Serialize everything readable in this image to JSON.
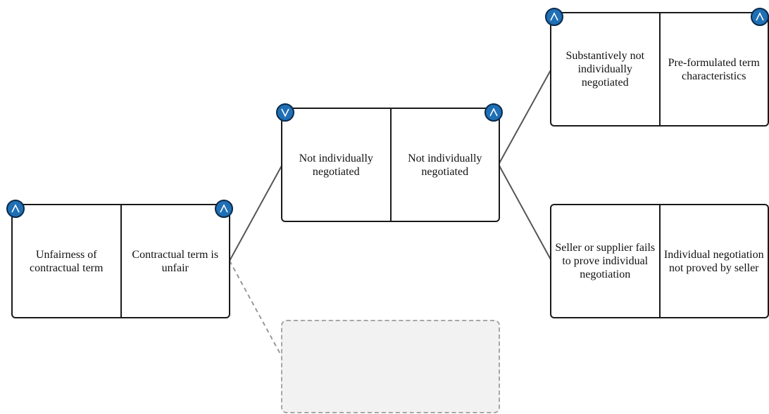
{
  "colors": {
    "badge_fill": "#1f6fb5",
    "badge_border": "#0a2a4a",
    "node_border": "#1a1a1a",
    "edge": "#555555",
    "placeholder_fill": "#f2f2f2",
    "placeholder_border": "#a6a6a6"
  },
  "nodes": {
    "root": {
      "left_text": "Unfairness of contractual term",
      "right_text": "Contractual term is unfair",
      "left_badge": "and-icon",
      "right_badge": "and-icon"
    },
    "middle": {
      "left_text": "Not individually negotiated",
      "right_text": "Not individually negotiated",
      "left_badge": "or-icon",
      "right_badge": "and-icon"
    },
    "top_right": {
      "left_text": "Substantively not individually negotiated",
      "right_text": "Pre-formulated term characteristics",
      "left_badge": "and-icon",
      "right_badge": "and-icon"
    },
    "bottom_right": {
      "left_text": "Seller or supplier fails to prove individual negotiation",
      "right_text": "Individual negotiation not proved by seller"
    }
  }
}
